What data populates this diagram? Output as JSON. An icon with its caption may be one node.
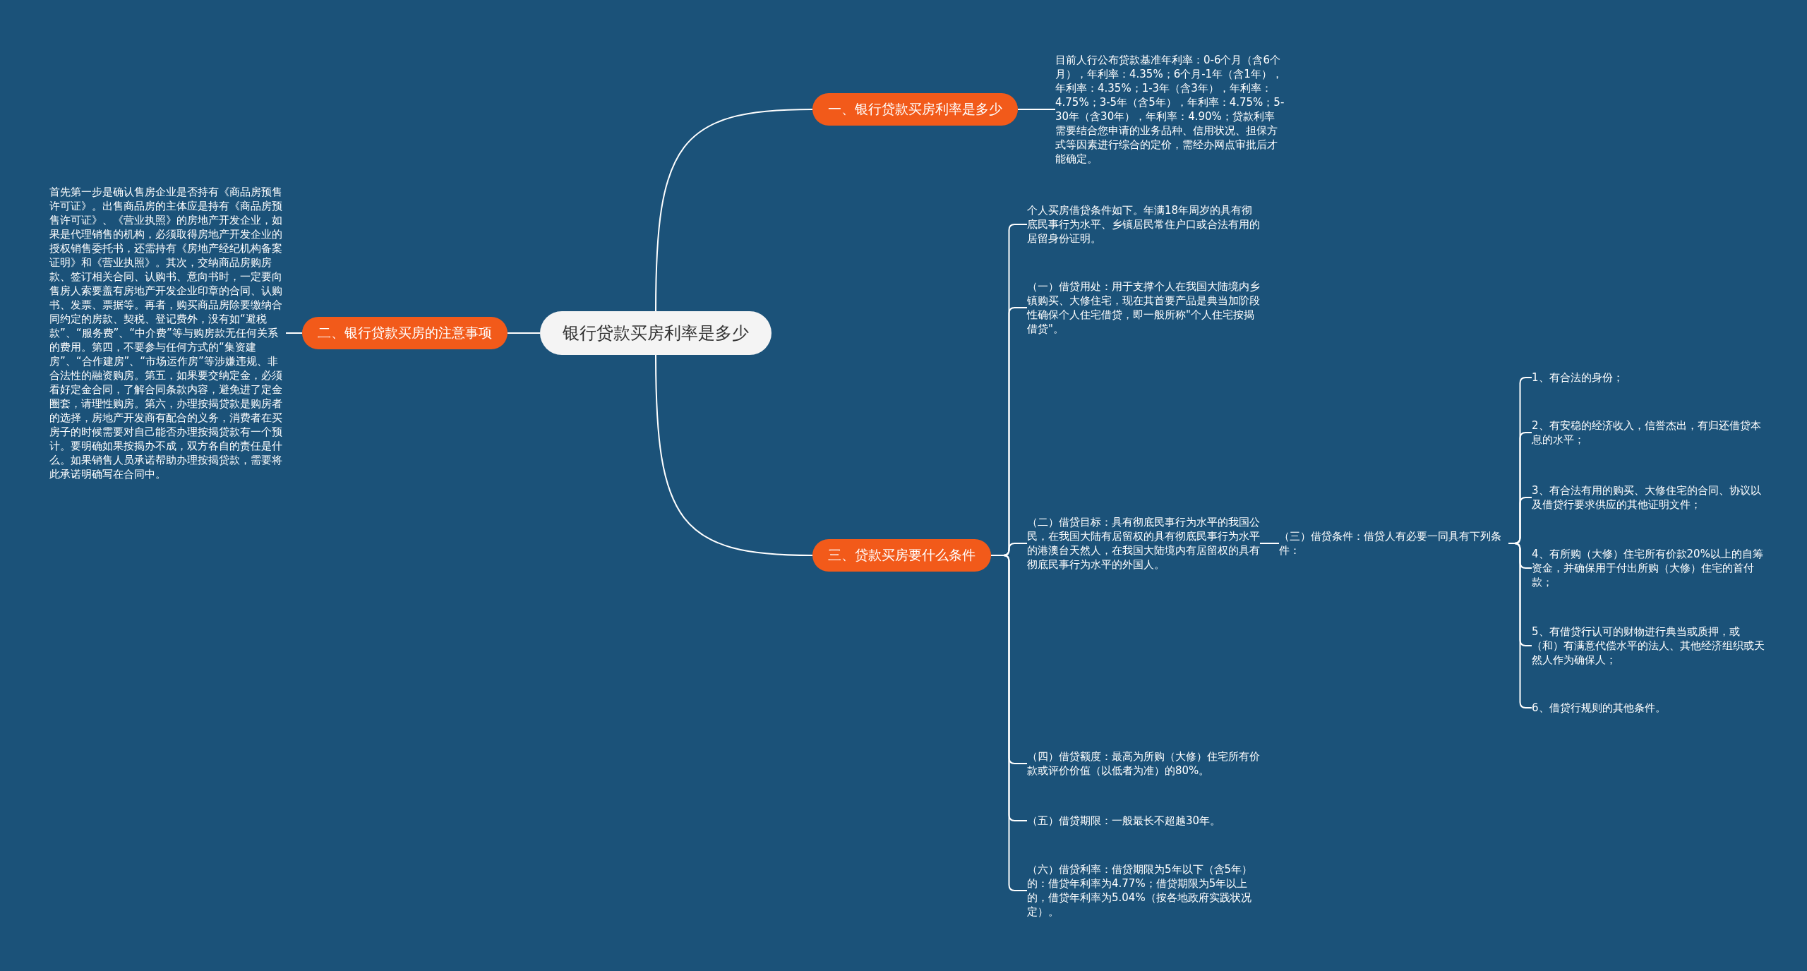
{
  "diagram": {
    "nodes": [
      {
        "text": [
          "银行贷款买房利率是多少"
        ]
      },
      {
        "text": [
          "一、银行贷款买房利率是多少"
        ]
      },
      {
        "text": [
          "目前人行公布贷款基准年利率：0-6个月（含6个月），年利率：4.35%；6个月-1年（含1年），年利率：4.35%；1-3年（含3年），年利率：4.75%；3-5年（含5年），年利率：4.75%；5-30年（含30年），年利率：4.90%；贷款利率需要结合您申请的业务品种、信用状况、担保方式等因素进行综合的定价，需经办网点审批后才能确定。"
        ]
      },
      {
        "text": [
          "二、银行贷款买房的注意事项"
        ]
      },
      {
        "text": [
          "首先第一步是确认售房企业是否持有《商品房预售许可证》。出售商品房的主体应是持有《商品房预售许可证》、《营业执照》的房地产开发企业，如果是代理销售的机构，必须取得房地产开发企业的授权销售委托书，还需持有《房地产经纪机构备案证明》和《营业执照》。其次，交纳商品房购房款、签订相关合同、认购书、意向书时，一定要向售房人索要盖有房地产开发企业印章的合同、认购书、发票、票据等。再者，购买商品房除要缴纳合同约定的房款、契税、登记费外，没有如“避税款”、“服务费”、“中介费”等与购房款无任何关系的费用。第四，不要参与任何方式的“集资建房”、“合作建房”、“市场运作房”等涉嫌违规、非合法性的融资购房。第五，如果要交纳定金，必须看好定金合同，了解合同条款内容，避免进了定金圈套，请理性购房。第六，办理按揭贷款是购房者的选择，房地产开发商有配合的义务，消费者在买房子的时候需要对自己能否办理按揭贷款有一个预计。要明确如果按揭办不成，双方各自的责任是什么。如果销售人员承诺帮助办理按揭贷款，需要将此承诺明确写在合同中。"
        ]
      },
      {
        "text": [
          "三、贷款买房要什么条件"
        ]
      },
      {
        "text": [
          "个人买房借贷条件如下。年满18年周岁的具有彻底民事行为水平、乡镇居民常住户口或合法有用的居留身份证明。"
        ]
      },
      {
        "text": [
          "（一）借贷用处：用于支撑个人在我国大陆境内乡镇购买、大修住宅，现在其首要产品是典当加阶段性确保个人住宅借贷，即一般所称\"个人住宅按揭借贷\"。"
        ]
      },
      {
        "text": [
          "（二）借贷目标：具有彻底民事行为水平的我国公民，在我国大陆有居留权的具有彻底民事行为水平的港澳台天然人，在我国大陆境内有居留权的具有彻底民事行为水平的外国人。"
        ]
      },
      {
        "text": [
          "（三）借贷条件：借贷人有必要一同具有下列条件："
        ]
      },
      {
        "text": [
          "1、有合法的身份；"
        ]
      },
      {
        "text": [
          "2、有安稳的经济收入，信誉杰出，有归还借贷本息的水平；"
        ]
      },
      {
        "text": [
          "3、有合法有用的购买、大修住宅的合同、协议以及借贷行要求供应的其他证明文件；"
        ]
      },
      {
        "text": [
          "4、有所购（大修）住宅所有价款20%以上的自筹资金，并确保用于付出所购（大修）住宅的首付款；"
        ]
      },
      {
        "text": [
          "5、有借贷行认可的财物进行典当或质押，或（和）有满意代偿水平的法人、其他经济组织或天然人作为确保人；"
        ]
      },
      {
        "text": [
          "6、借贷行规则的其他条件。"
        ]
      },
      {
        "text": [
          "（四）借贷额度：最高为所购（大修）住宅所有价款或评价价值（以低者为准）的80%。"
        ]
      },
      {
        "text": [
          "（五）借贷期限：一般最长不超越30年。"
        ]
      },
      {
        "text": [
          "（六）借贷利率：借贷期限为5年以下（含5年）的：借贷年利率为4.77%；借贷期限为5年以上的，借贷年利率为5.04%（按各地政府实践状况定）。"
        ]
      }
    ],
    "edges": [
      {
        "from": 0,
        "to": 1,
        "arrow": "none"
      },
      {
        "from": 1,
        "to": 2,
        "arrow": "none"
      },
      {
        "from": 0,
        "to": 3,
        "arrow": "none"
      },
      {
        "from": 3,
        "to": 4,
        "arrow": "none"
      },
      {
        "from": 0,
        "to": 5,
        "arrow": "none"
      },
      {
        "from": 5,
        "to": 6,
        "arrow": "none"
      },
      {
        "from": 5,
        "to": 7,
        "arrow": "none"
      },
      {
        "from": 5,
        "to": 8,
        "arrow": "none"
      },
      {
        "from": 8,
        "to": 9,
        "arrow": "none"
      },
      {
        "from": 9,
        "to": 10,
        "arrow": "none"
      },
      {
        "from": 9,
        "to": 11,
        "arrow": "none"
      },
      {
        "from": 9,
        "to": 12,
        "arrow": "none"
      },
      {
        "from": 9,
        "to": 13,
        "arrow": "none"
      },
      {
        "from": 9,
        "to": 14,
        "arrow": "none"
      },
      {
        "from": 9,
        "to": 15,
        "arrow": "none"
      },
      {
        "from": 5,
        "to": 16,
        "arrow": "none"
      },
      {
        "from": 5,
        "to": 17,
        "arrow": "none"
      },
      {
        "from": 5,
        "to": 18,
        "arrow": "none"
      }
    ]
  }
}
